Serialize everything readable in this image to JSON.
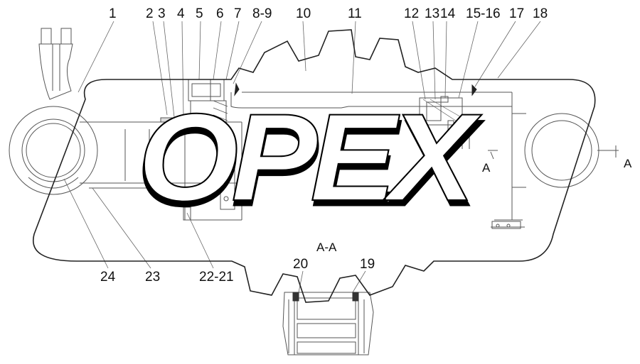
{
  "callouts": {
    "c1": "1",
    "c2": "2",
    "c3": "3",
    "c4": "4",
    "c5": "5",
    "c6": "6",
    "c7": "7",
    "c8_9": "8-9",
    "c10": "10",
    "c11": "11",
    "c12": "12",
    "c13": "13",
    "c14": "14",
    "c15_16": "15-16",
    "c17": "17",
    "c18": "18",
    "c19": "19",
    "c20": "20",
    "c21_22": "22-21",
    "c23": "23",
    "c24": "24"
  },
  "section": {
    "title": "A-A",
    "marker_left": "A",
    "marker_right": "A"
  },
  "watermark": {
    "text": "OPEX",
    "color": "#000000"
  },
  "colors": {
    "line": "#555555",
    "text": "#111111"
  }
}
